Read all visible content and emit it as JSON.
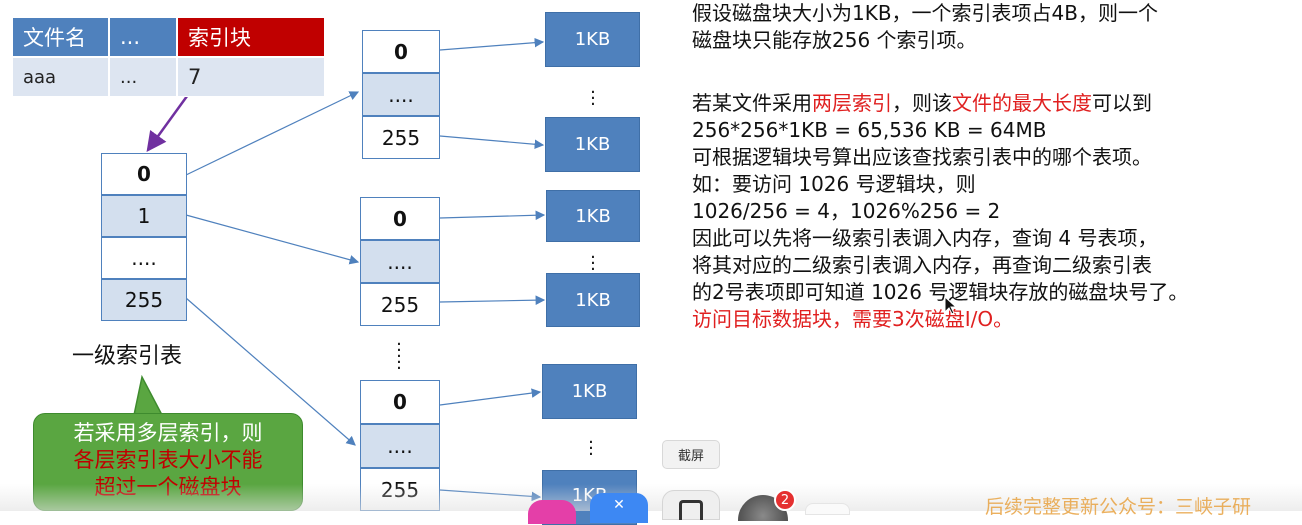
{
  "directory_table": {
    "headers": [
      "文件名",
      "...",
      "索引块"
    ],
    "row": [
      "aaa",
      "...",
      "7"
    ]
  },
  "first_level": {
    "cells": [
      "0",
      "1",
      "....",
      "255"
    ],
    "label": "一级索引表"
  },
  "second_level_tables": [
    {
      "cells": [
        "0",
        "....",
        "255"
      ]
    },
    {
      "cells": [
        "0",
        "....",
        "255"
      ]
    },
    {
      "cells": [
        "0",
        "....",
        "255"
      ]
    }
  ],
  "data_block_label": "1KB",
  "callout": {
    "line1": "若采用多层索引，则",
    "line2": "各层索引表大小不能",
    "line3": "超过一个磁盘块"
  },
  "explanation": {
    "p1_line1": "假设磁盘块大小为1KB，一个索引表项占4B，则一个",
    "p1_line2": "磁盘块只能存放256 个索引项。",
    "p2_a": "若某文件采用",
    "p2_b": "两层索引",
    "p2_c": "，则该",
    "p2_d": "文件的最大长度",
    "p2_e": "可以到",
    "l3": "256*256*1KB = 65,536 KB = 64MB",
    "l4": "可根据逻辑块号算出应该查找索引表中的哪个表项。",
    "l5": "如：要访问 1026 号逻辑块，则",
    "l6": "1026/256 = 4，1026%256 = 2",
    "l7": "因此可以先将一级索引表调入内存，查询 4 号表项，",
    "l8": "将其对应的二级索引表调入内存，再查询二级索引表",
    "l9": "的2号表项即可知道 1026 号逻辑块存放的磁盘块号了。",
    "l10": "访问目标数据块，需要3次磁盘I/O。"
  },
  "tooltip": "截屏",
  "footer": "后续完整更新公众号：三峡子研",
  "badge_count": "2",
  "colors": {
    "accent_blue": "#4f81bd",
    "header_red": "#c00000",
    "highlight_red": "#e02020",
    "callout_green": "#5aa641"
  }
}
